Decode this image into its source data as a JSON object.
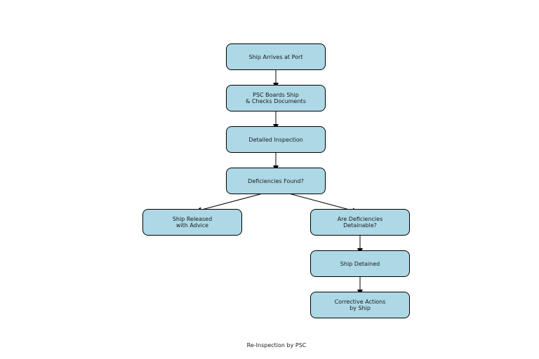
{
  "diagram": {
    "nodes": {
      "arrive": "Ship Arrives at Port",
      "board": "PSC Boards Ship\n& Checks Documents",
      "inspect": "Detailed Inspection",
      "found": "Deficiencies Found?",
      "released": "Ship Released\nwith Advice",
      "detainable": "Are Deficiencies\nDetainable?",
      "detained": "Ship Detained",
      "corrective": "Corrective Actions\nby Ship"
    },
    "caption": "Re-Inspection by PSC"
  },
  "colors": {
    "node_fill": "#add8e6",
    "stroke": "#000000"
  }
}
